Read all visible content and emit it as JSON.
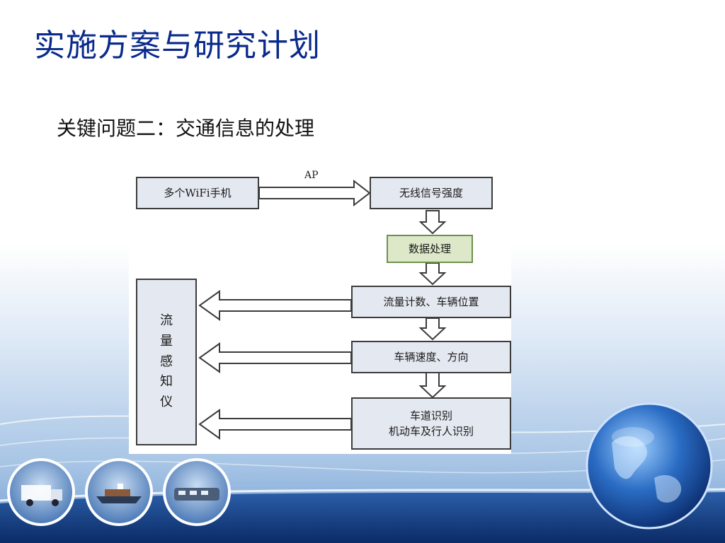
{
  "slide": {
    "title": "实施方案与研究计划",
    "subtitle": "关键问题二：交通信息的处理"
  },
  "diagram": {
    "ap_label": "AP",
    "nodes": {
      "phones": "多个WiFi手机",
      "signal": "无线信号强度",
      "processing": "数据处理",
      "flow_count": "流量计数、车辆位置",
      "speed": "车辆速度、方向",
      "lane_line1": "车道识别",
      "lane_line2": "机动车及行人识别"
    },
    "sensor_chars": [
      "流",
      "量",
      "感",
      "知",
      "仪"
    ]
  },
  "colors": {
    "title": "#0a2a8c",
    "box_fill": "#e4e8f0",
    "processing_fill": "#dce8c8",
    "footer_band": "#123a7a"
  },
  "decor": {
    "thumbnails": [
      "truck-icon",
      "ship-icon",
      "train-icon"
    ],
    "globe": "globe-icon"
  }
}
